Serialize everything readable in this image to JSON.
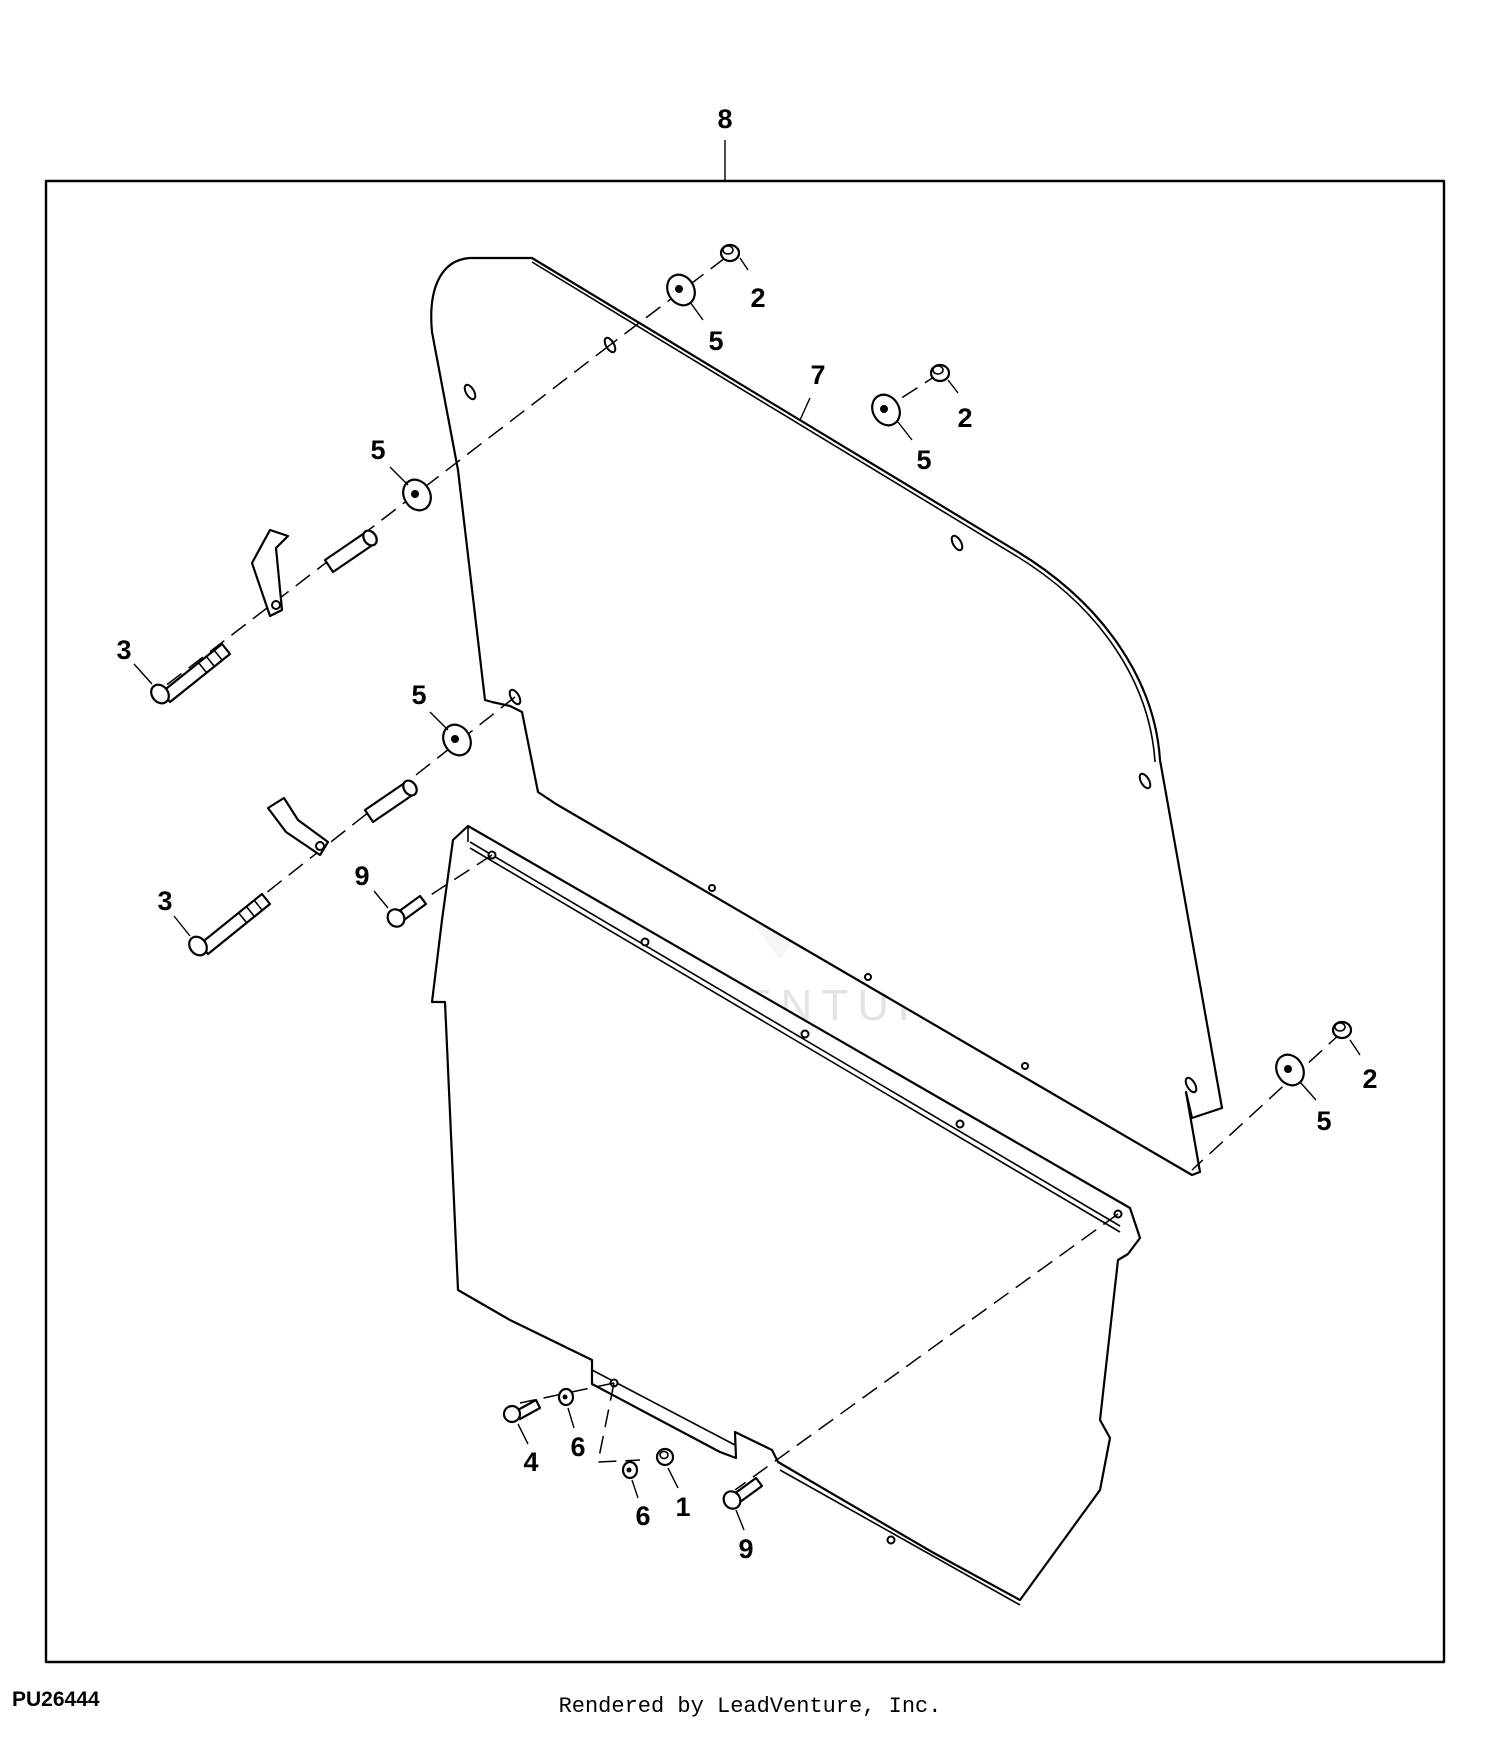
{
  "diagram": {
    "id": "PU26444",
    "credit": "Rendered by LeadVenture, Inc.",
    "watermark": "LEADVENTURE",
    "callouts": [
      {
        "key": "c8",
        "label": "8"
      },
      {
        "key": "c2a",
        "label": "2"
      },
      {
        "key": "c5a",
        "label": "5"
      },
      {
        "key": "c7",
        "label": "7"
      },
      {
        "key": "c2b",
        "label": "2"
      },
      {
        "key": "c5b",
        "label": "5"
      },
      {
        "key": "c5c",
        "label": "5"
      },
      {
        "key": "c3a",
        "label": "3"
      },
      {
        "key": "c5d",
        "label": "5"
      },
      {
        "key": "c9a",
        "label": "9"
      },
      {
        "key": "c3b",
        "label": "3"
      },
      {
        "key": "c2c",
        "label": "2"
      },
      {
        "key": "c5e",
        "label": "5"
      },
      {
        "key": "c4",
        "label": "4"
      },
      {
        "key": "c6a",
        "label": "6"
      },
      {
        "key": "c6b",
        "label": "6"
      },
      {
        "key": "c1",
        "label": "1"
      },
      {
        "key": "c9b",
        "label": "9"
      }
    ]
  }
}
